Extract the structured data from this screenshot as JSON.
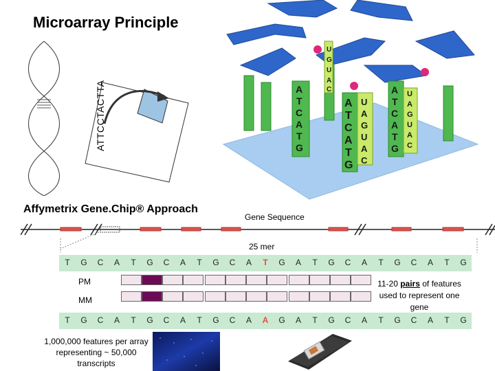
{
  "title": "Microarray Principle",
  "probe_sequence_vertical": "ATTCCTACTTA",
  "section_title": "Affymetrix Gene.Chip® Approach",
  "gene_sequence_label": "Gene Sequence",
  "mer_label": "25 mer",
  "top_sequence": [
    "T",
    "G",
    "C",
    "A",
    "T",
    "G",
    "C",
    "A",
    "T",
    "G",
    "C",
    "A",
    "T",
    "G",
    "A",
    "T",
    "G",
    "C",
    "A",
    "T",
    "G",
    "C",
    "A",
    "T",
    "G"
  ],
  "top_highlight_index": 12,
  "bottom_sequence": [
    "T",
    "G",
    "C",
    "A",
    "T",
    "G",
    "C",
    "A",
    "T",
    "G",
    "C",
    "A",
    "A",
    "G",
    "A",
    "T",
    "G",
    "C",
    "A",
    "T",
    "G",
    "C",
    "A",
    "T",
    "G"
  ],
  "bottom_highlight_index": 12,
  "pm_label": "PM",
  "mm_label": "MM",
  "pairs_text_prefix": "11-20 ",
  "pairs_word": "pairs",
  "pairs_text_suffix": " of features used to represent one gene",
  "features_text": "1,000,000 features per array representing ~ 50,000 transcripts",
  "pillar_letters": {
    "col1": [
      "A",
      "T",
      "C",
      "A",
      "T",
      "G"
    ],
    "col2_left": [
      "A",
      "T",
      "C",
      "A",
      "T",
      "G"
    ],
    "col2_right": [
      "U",
      "A",
      "G",
      "U",
      "A",
      "C"
    ],
    "col3_left": [
      "A",
      "T",
      "C",
      "A",
      "T",
      "G"
    ],
    "col3_right": [
      "U",
      "A",
      "G",
      "U",
      "A",
      "C"
    ],
    "strand": [
      "U",
      "G",
      "U",
      "A",
      "C"
    ]
  },
  "colors": {
    "row_bg": "#c9ead0",
    "highlight": "#e74c3c",
    "cell_dark": "#6b0b56",
    "cell_light": "#f2e6ec",
    "pillar_green": "#4fb84f",
    "ribbon_blue": "#2f66c9",
    "ball_pink": "#e0287a",
    "base_blue": "#9fc3ea",
    "gene_line_red": "#d9534f"
  }
}
